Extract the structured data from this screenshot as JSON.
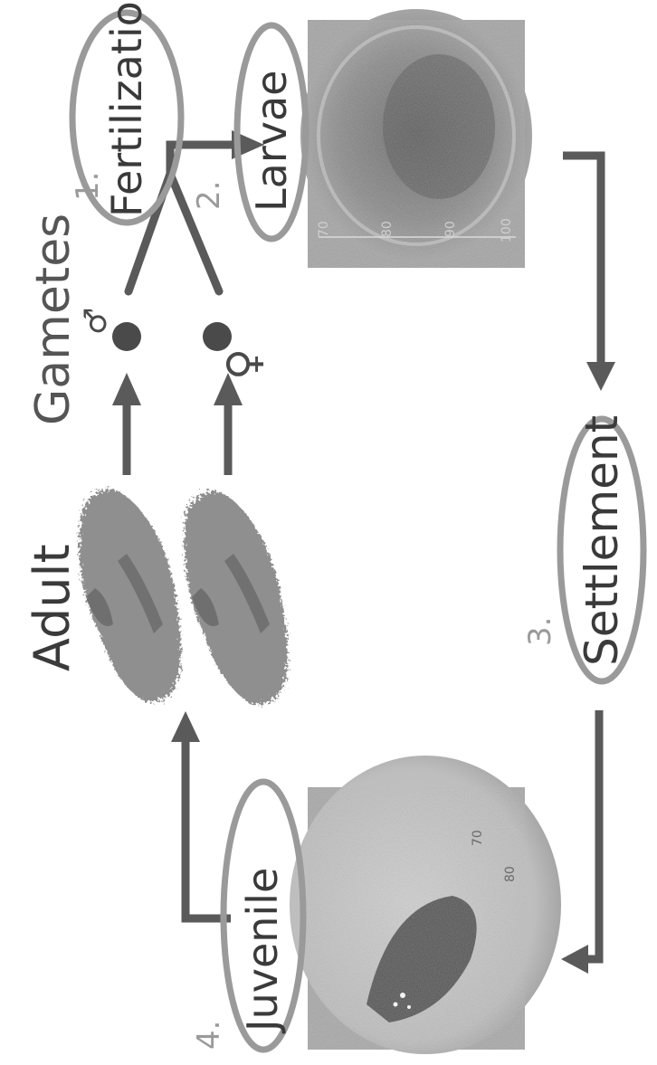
{
  "title_adult": "Adult",
  "title_gametes": "Gametes",
  "steps": [
    {
      "number": "1.",
      "label": "Fertilization"
    },
    {
      "number": "2.",
      "label": "Larvae"
    },
    {
      "number": "3.",
      "label": "Settlement"
    },
    {
      "number": "4.",
      "label": "Juvenile"
    }
  ],
  "male_symbol": "♂",
  "female_symbol": "♀",
  "larvae_scale_ticks": [
    "70",
    "80",
    "90",
    "100"
  ],
  "juvenile_scale_ticks": [
    "70",
    "80"
  ],
  "colors": {
    "arrow": "#5a5a5a",
    "ring": "#9a9a9a",
    "text": "#3a3a3a",
    "gamete": "#4a4a4a"
  }
}
